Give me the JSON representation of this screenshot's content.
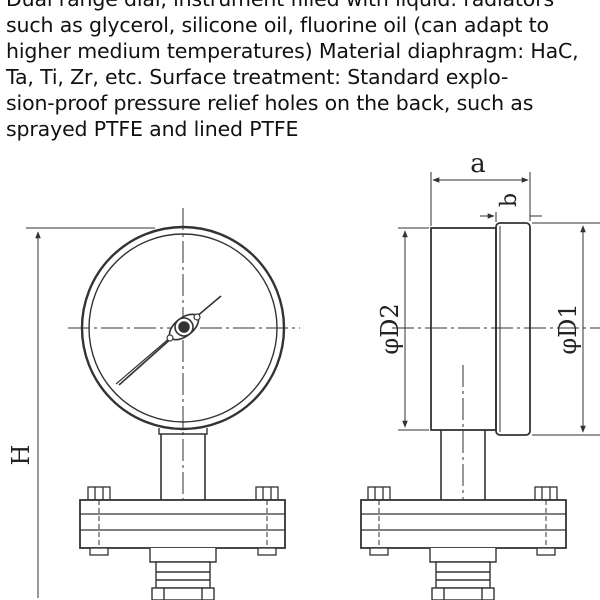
{
  "description": {
    "lines": [
      "Dual range dial, instrument filled with liquid: radiators",
      "such as glycerol, silicone oil, fluorine oil (can adapt to",
      "higher medium temperatures) Material diaphragm: HaC,",
      "Ta, Ti, Zr, etc. Surface treatment: Standard explo-",
      "sion-proof pressure relief holes on the back, such as",
      "sprayed PTFE and lined PTFE"
    ]
  },
  "drawing": {
    "front_view": {
      "dimension_height": "H"
    },
    "side_view": {
      "dimension_a": "a",
      "dimension_b": "b",
      "dimension_d2": "φD2",
      "dimension_d1": "φD1"
    }
  }
}
